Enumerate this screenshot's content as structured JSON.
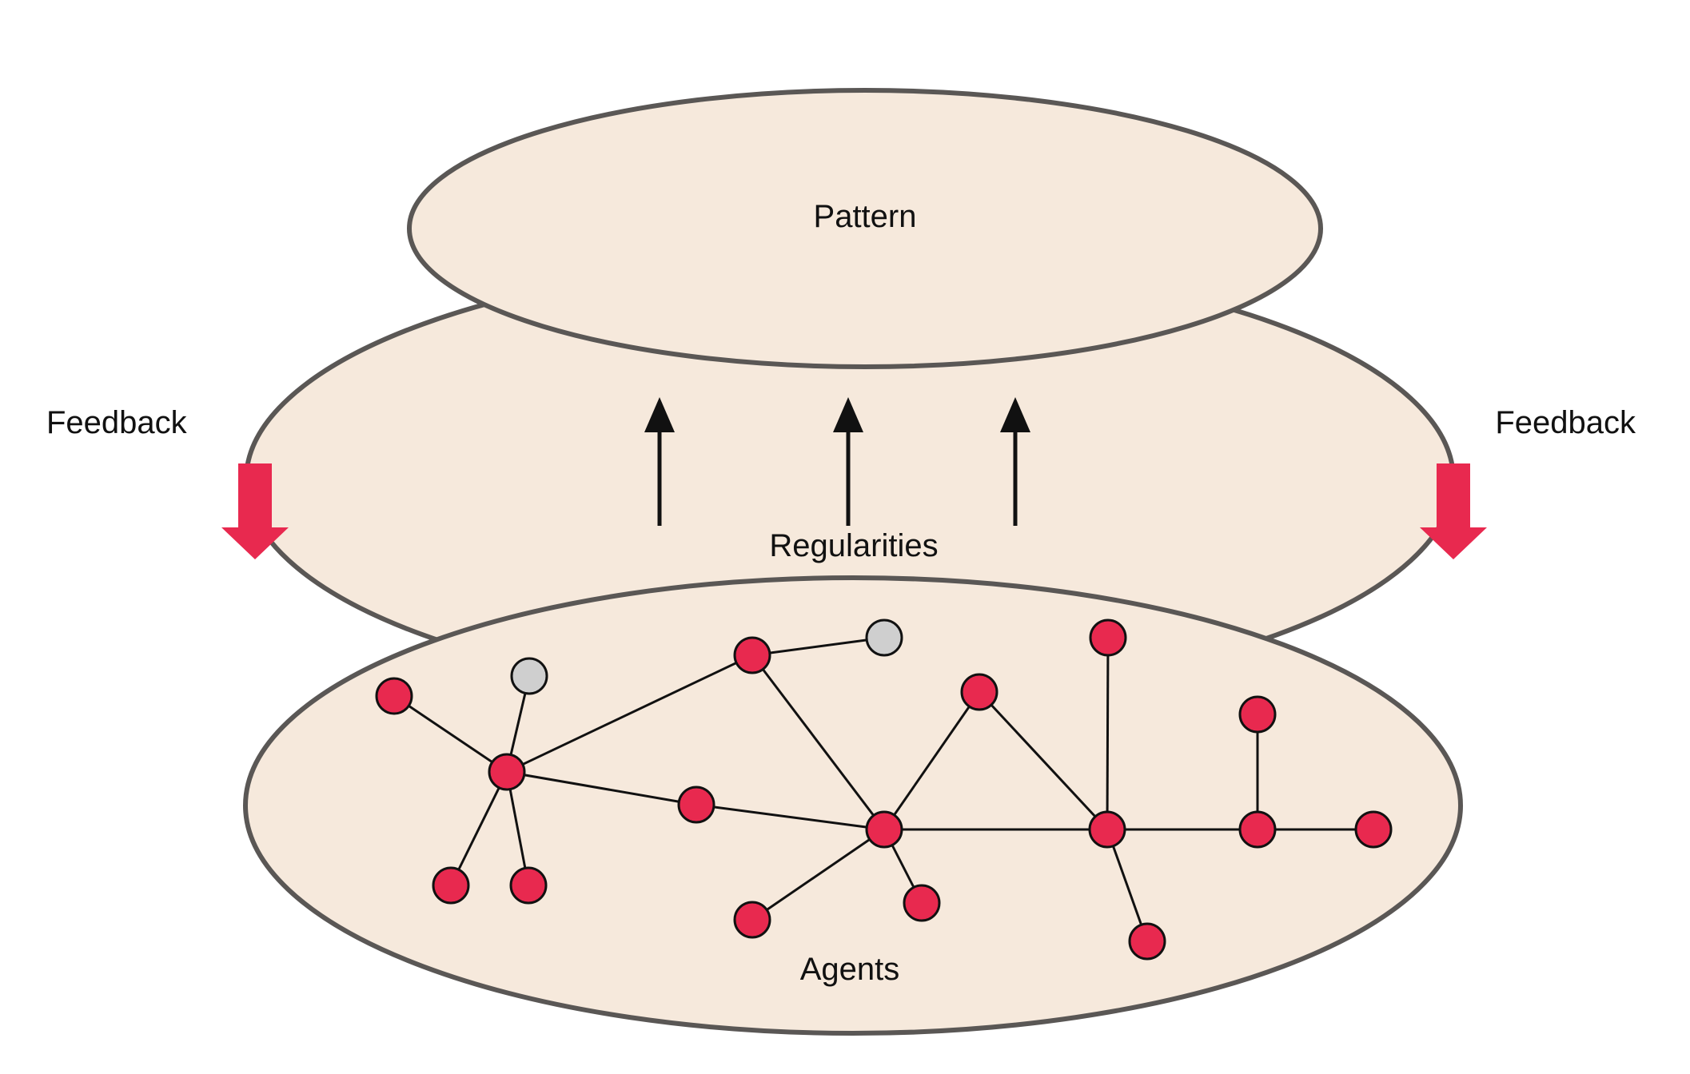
{
  "labels": {
    "pattern": "Pattern",
    "regularities": "Regularities",
    "agents": "Agents",
    "feedback_left": "Feedback",
    "feedback_right": "Feedback"
  },
  "colors": {
    "layer_fill": "#f6e9dc",
    "layer_stroke": "#5a5755",
    "feedback_arrow": "#e8294f",
    "agent_active": "#e8294f",
    "agent_inactive": "#cfcfcf",
    "emergence_arrow": "#111111"
  },
  "network": {
    "nodes": [
      {
        "id": "n1",
        "state": "active"
      },
      {
        "id": "n2",
        "state": "inactive"
      },
      {
        "id": "n3",
        "state": "active"
      },
      {
        "id": "n4",
        "state": "active"
      },
      {
        "id": "n5",
        "state": "active"
      },
      {
        "id": "n6",
        "state": "active"
      },
      {
        "id": "n7",
        "state": "active"
      },
      {
        "id": "n8",
        "state": "inactive"
      },
      {
        "id": "n9",
        "state": "active"
      },
      {
        "id": "n10",
        "state": "active"
      },
      {
        "id": "n11",
        "state": "active"
      },
      {
        "id": "n12",
        "state": "active"
      },
      {
        "id": "n13",
        "state": "active"
      },
      {
        "id": "n14",
        "state": "active"
      },
      {
        "id": "n15",
        "state": "active"
      },
      {
        "id": "n16",
        "state": "active"
      },
      {
        "id": "n17",
        "state": "active"
      },
      {
        "id": "n18",
        "state": "active"
      },
      {
        "id": "n19",
        "state": "active"
      }
    ],
    "edges": [
      [
        "n1",
        "n3"
      ],
      [
        "n2",
        "n3"
      ],
      [
        "n3",
        "n4"
      ],
      [
        "n3",
        "n5"
      ],
      [
        "n3",
        "n7"
      ],
      [
        "n3",
        "n6"
      ],
      [
        "n6",
        "n9"
      ],
      [
        "n7",
        "n8"
      ],
      [
        "n7",
        "n9"
      ],
      [
        "n9",
        "n10"
      ],
      [
        "n9",
        "n11"
      ],
      [
        "n9",
        "n12"
      ],
      [
        "n9",
        "n13"
      ],
      [
        "n12",
        "n13"
      ],
      [
        "n13",
        "n14"
      ],
      [
        "n13",
        "n16"
      ],
      [
        "n13",
        "n15"
      ],
      [
        "n16",
        "n17"
      ],
      [
        "n16",
        "n18"
      ]
    ]
  }
}
